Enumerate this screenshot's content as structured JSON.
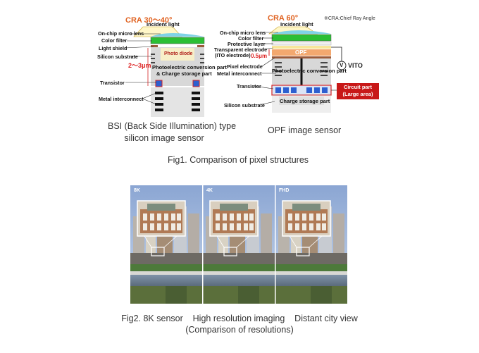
{
  "fig1": {
    "bsi": {
      "cra": "CRA 30～40°",
      "incident": "Incident light",
      "labels": [
        "On-chip micro lens",
        "Color filter",
        "Light shield",
        "Silicon substrate",
        "Transistor",
        "Metal interconnect"
      ],
      "thickness": "2～3μm",
      "photo_diode": "Photo diode",
      "conversion": "Photoelectric conversion part",
      "storage": "& Charge storage part",
      "caption_line1": "BSI (Back Side Illumination) type",
      "caption_line2": "silicon image sensor"
    },
    "opf": {
      "cra": "CRA 60°",
      "incident": "Incident light",
      "note": "※CRA:Chief Ray Angle",
      "labels": [
        "On-chip micro lens",
        "Color filter",
        "Protective layer",
        "Transparent electrode",
        "(ITO electrode)",
        "Pixel electrode",
        "Metal interconnect",
        "Transistor",
        "Silicon substrate"
      ],
      "thickness": "0.5μm",
      "opf_text": "OPF",
      "conversion": "Photoelectric conversion part",
      "vito": "VITO",
      "volt_symbol": "V",
      "circuit_line1": "Circuit part",
      "circuit_line2": "(Large area)",
      "storage": "Charge storage part",
      "caption": "OPF image sensor"
    },
    "caption": "Fig1. Comparison of pixel structures"
  },
  "fig2": {
    "panels": [
      {
        "tag": "8K"
      },
      {
        "tag": "4K"
      },
      {
        "tag": "FHD"
      }
    ],
    "caption_line1": "Fig2. 8K sensor    High resolution imaging    Distant city view",
    "caption_line2": "(Comparison of resolutions)"
  },
  "colors": {
    "lens": "#7fd3e6",
    "filter": "#2bbf35",
    "shield": "#9b5a3a",
    "photodiode": "#f7efc8",
    "transistor": "#2d5fd0",
    "red": "#d22222",
    "sky": "#98b3d8"
  }
}
